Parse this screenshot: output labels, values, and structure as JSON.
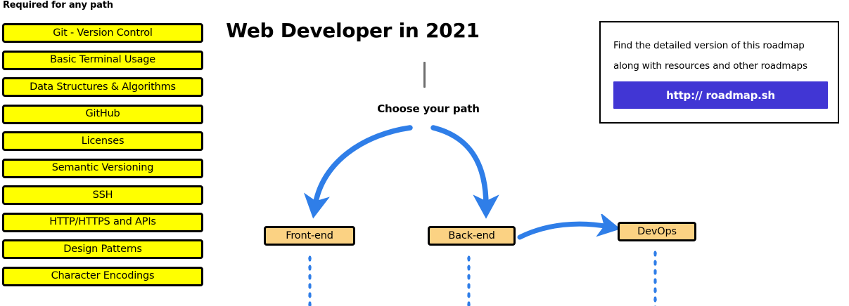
{
  "page": {
    "title": "Web Developer in 2021",
    "background_color": "#ffffff"
  },
  "colors": {
    "required_box_fill": "#ffff00",
    "node_box_fill": "#fbd283",
    "box_border": "#000000",
    "arrow_blue": "#2f7ee8",
    "link_button_blue": "#4136d4",
    "stem_gray": "#6e6e6e",
    "text": "#000000"
  },
  "required_section": {
    "heading": "Required for any path",
    "items": [
      {
        "label": "Git - Version Control"
      },
      {
        "label": "Basic Terminal Usage"
      },
      {
        "label": "Data Structures & Algorithms"
      },
      {
        "label": "GitHub"
      },
      {
        "label": "Licenses"
      },
      {
        "label": "Semantic Versioning"
      },
      {
        "label": "SSH"
      },
      {
        "label": "HTTP/HTTPS and APIs"
      },
      {
        "label": "Design Patterns"
      },
      {
        "label": "Character Encodings"
      }
    ]
  },
  "flow": {
    "choose_path_label": "Choose your path",
    "nodes": [
      {
        "id": "frontend",
        "label": "Front-end"
      },
      {
        "id": "backend",
        "label": "Back-end"
      },
      {
        "id": "devops",
        "label": "DevOps"
      }
    ]
  },
  "info_card": {
    "line_1": "Find the detailed version of this roadmap",
    "line_2": "along with resources and other roadmaps",
    "link_label": "http:// roadmap.sh"
  }
}
